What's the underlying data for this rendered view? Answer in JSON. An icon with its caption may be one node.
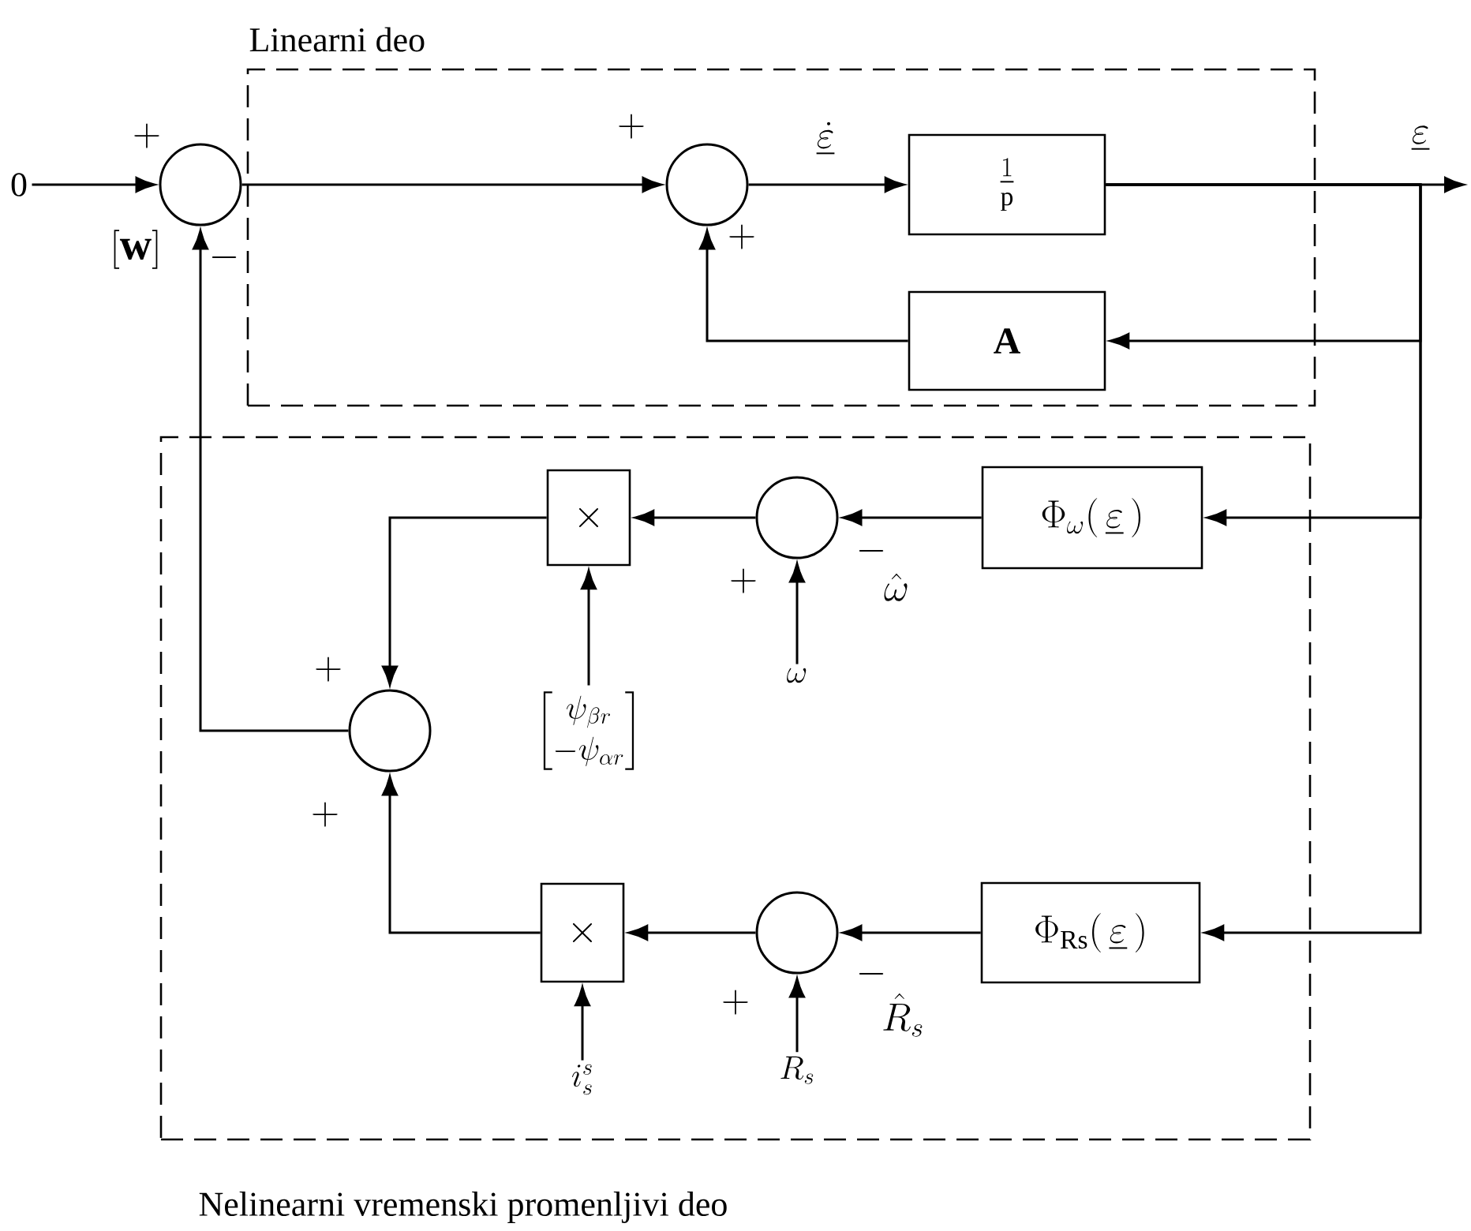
{
  "diagram": {
    "nodes": [
      {
        "text": [
          "Linearni deo"
        ]
      },
      {
        "text": [
          "Nelinearni vremenski promenljivi deo"
        ]
      },
      {
        "text": [
          "0"
        ]
      },
      {
        "text": [],
        "shape": "circle"
      },
      {
        "text": [],
        "shape": "circle",
        "in": 0
      },
      {
        "text": [
          "\\frac{1}{\\mathrm{p}}"
        ],
        "in": 0
      },
      {
        "text": [
          "\\mathbf{A}"
        ],
        "in": 0
      },
      {
        "text": [
          "\\times"
        ],
        "in": 1
      },
      {
        "text": [],
        "shape": "circle",
        "in": 1
      },
      {
        "text": [
          "\\Phi_{\\omega}(\\,\\underline{\\varepsilon}\\,)"
        ],
        "in": 1
      },
      {
        "text": [],
        "shape": "circle",
        "in": 1
      },
      {
        "text": [
          "\\times"
        ],
        "in": 1
      },
      {
        "text": [],
        "shape": "circle",
        "in": 1
      },
      {
        "text": [
          "\\Phi_{\\mathrm{Rs}}(\\,\\underline{\\varepsilon}\\,)"
        ],
        "in": 1
      },
      {
        "text": [
          "\\begin{bmatrix}\\psi_{\\beta r}\\\\-\\psi_{\\alpha r}\\end{bmatrix}"
        ],
        "in": 1
      },
      {
        "text": [
          "\\omega"
        ],
        "in": 1
      },
      {
        "text": [
          "i_s^s"
        ],
        "in": 1
      },
      {
        "text": [
          "R_s"
        ],
        "in": 1
      }
    ],
    "edges": [
      {
        "from": 2,
        "to": 3,
        "arrow": "to"
      },
      {
        "from": 3,
        "to": 4,
        "arrow": "to"
      },
      {
        "from": 4,
        "to": 5,
        "arrow": "to",
        "label": "\\underline{\\dot{\\varepsilon}}"
      },
      {
        "from": 5,
        "to": null,
        "arrow": "to",
        "label": "\\underline{\\varepsilon}"
      },
      {
        "from": 5,
        "to": 6,
        "arrow": "to"
      },
      {
        "from": 6,
        "to": 4,
        "arrow": "to"
      },
      {
        "from": 5,
        "to": 9,
        "arrow": "to"
      },
      {
        "from": 5,
        "to": 13,
        "arrow": "to"
      },
      {
        "from": 9,
        "to": 8,
        "arrow": "to",
        "label": "\\hat{\\omega}"
      },
      {
        "from": 15,
        "to": 8,
        "arrow": "to"
      },
      {
        "from": 8,
        "to": 7,
        "arrow": "to"
      },
      {
        "from": 14,
        "to": 7,
        "arrow": "to"
      },
      {
        "from": 7,
        "to": 10,
        "arrow": "to"
      },
      {
        "from": 13,
        "to": 12,
        "arrow": "to",
        "label": "\\hat{R}_s"
      },
      {
        "from": 17,
        "to": 12,
        "arrow": "to"
      },
      {
        "from": 12,
        "to": 11,
        "arrow": "to"
      },
      {
        "from": 16,
        "to": 11,
        "arrow": "to"
      },
      {
        "from": 11,
        "to": 10,
        "arrow": "to"
      },
      {
        "from": 10,
        "to": 3,
        "arrow": "to"
      }
    ],
    "labels": [
      "+",
      "+",
      "+",
      "[\\mathbf{w}]",
      "-",
      "-",
      "+",
      "+",
      "+",
      "-",
      "+"
    ]
  }
}
